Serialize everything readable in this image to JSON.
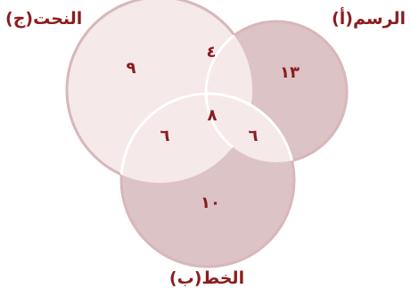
{
  "venn": {
    "sets": {
      "a": {
        "label": "(أ)الرسم"
      },
      "b": {
        "label": "(ب)الخط"
      },
      "c": {
        "label": "(ج)النحت"
      }
    },
    "regions": {
      "c_only": "٩",
      "a_c": "٤",
      "a_only": "١٣",
      "b_c": "٦",
      "a_b_c": "٨",
      "a_b": "٦",
      "b_only": "١٠"
    },
    "colors": {
      "fill_a": "#dcc3c5",
      "fill_b": "#dcc3c5",
      "fill_c": "#f5e9ea",
      "fill_ab": "#f5e9ea",
      "stroke": "#d8b7ba",
      "inner_stroke": "#ffffff",
      "label_text": "#8b1c1e",
      "value_text": "#8b1c1e"
    }
  }
}
